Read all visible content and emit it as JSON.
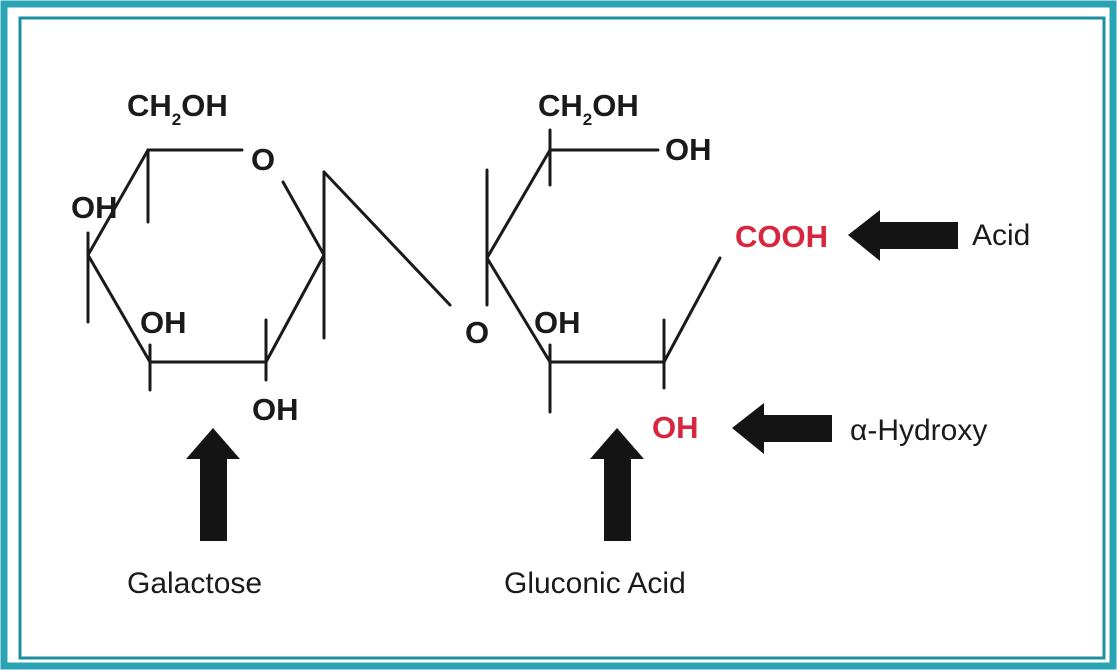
{
  "diagram": {
    "galactose": {
      "ch2oh": {
        "main": "CH",
        "sub": "2",
        "tail": "OH"
      },
      "ring_oxygen": "O",
      "oh_top_left": "OH",
      "oh_inner": "OH",
      "oh_bottom": "OH",
      "caption": "Galactose"
    },
    "linkage": {
      "oxygen": "O"
    },
    "gluconic_acid": {
      "ch2oh": {
        "main": "CH",
        "sub": "2",
        "tail": "OH"
      },
      "oh_side": "OH",
      "oh_inner": "OH",
      "cooh": "COOH",
      "oh_alpha": "OH",
      "caption": "Gluconic Acid"
    },
    "annotations": {
      "acid": "Acid",
      "alpha_hydroxy": "α-Hydroxy"
    },
    "colors": {
      "frame": "#2aa3b5",
      "highlight": "#d7263d",
      "ink": "#1a1a1a"
    }
  }
}
